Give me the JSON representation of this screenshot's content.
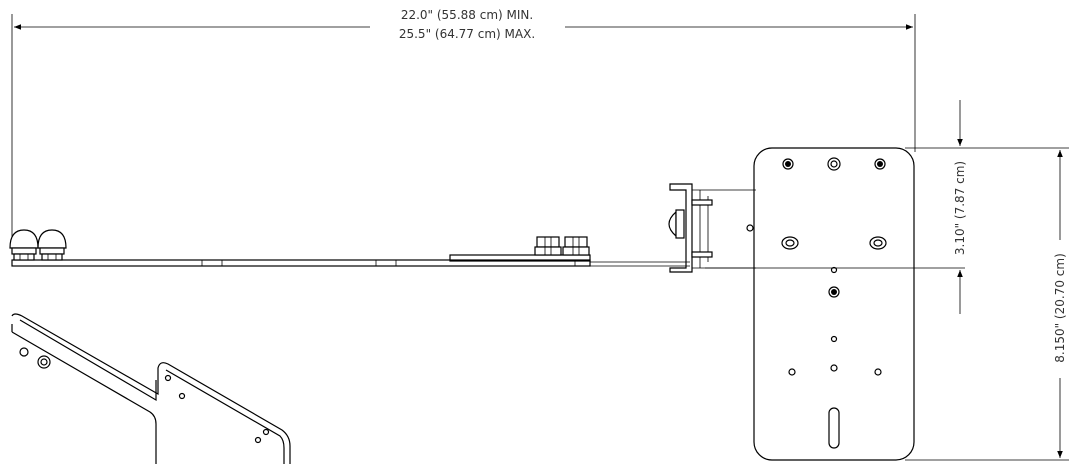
{
  "dimensions": {
    "width_min": "22.0\" (55.88 cm) MIN.",
    "width_max": "25.5\" (64.77 cm) MAX.",
    "hole_spacing": "3.10\" (7.87 cm)",
    "plate_height": "8.150\" (20.70 cm)"
  },
  "colors": {
    "line": "#000000",
    "text": "#333333",
    "background": "#ffffff"
  }
}
